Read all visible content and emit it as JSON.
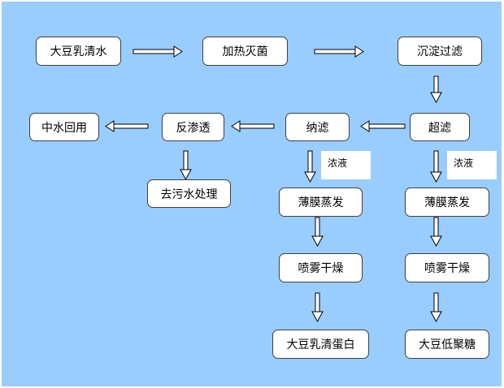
{
  "diagram": {
    "background_color": "#99ccff",
    "nodes": {
      "soy_whey_water": "大豆乳清水",
      "heat_sterilize": "加热灭菌",
      "settle_filter": "沉淀过滤",
      "ultrafiltration": "超滤",
      "nanofiltration": "纳滤",
      "reverse_osmosis": "反渗透",
      "reclaimed_water": "中水回用",
      "wastewater_treatment": "去污水处理",
      "film_evap_1": "薄膜蒸发",
      "spray_dry_1": "喷雾干燥",
      "soy_whey_protein": "大豆乳清蛋白",
      "film_evap_2": "薄膜蒸发",
      "spray_dry_2": "喷雾干燥",
      "soy_oligosaccharide": "大豆低聚糖"
    },
    "labels": {
      "concentrate_1": "浓液",
      "concentrate_2": "浓液"
    }
  }
}
